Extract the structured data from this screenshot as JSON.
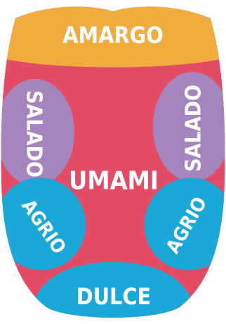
{
  "colors": {
    "background": "#ffffff",
    "tongue": "#e44b65",
    "bitter": "#f1ac3e",
    "salty": "#a585bd",
    "sour": "#1aa8d8",
    "sweet": "#1aa8d8",
    "umami_text": "#f2a2ad",
    "label_text": "#ffffff"
  },
  "zones": {
    "bitter": "AMARGO",
    "salty_left": "SALADO",
    "salty_right": "SALADO",
    "umami": "UMAMI",
    "sour_left": "AGRIO",
    "sour_right": "AGRIO",
    "sweet": "DULCE"
  }
}
